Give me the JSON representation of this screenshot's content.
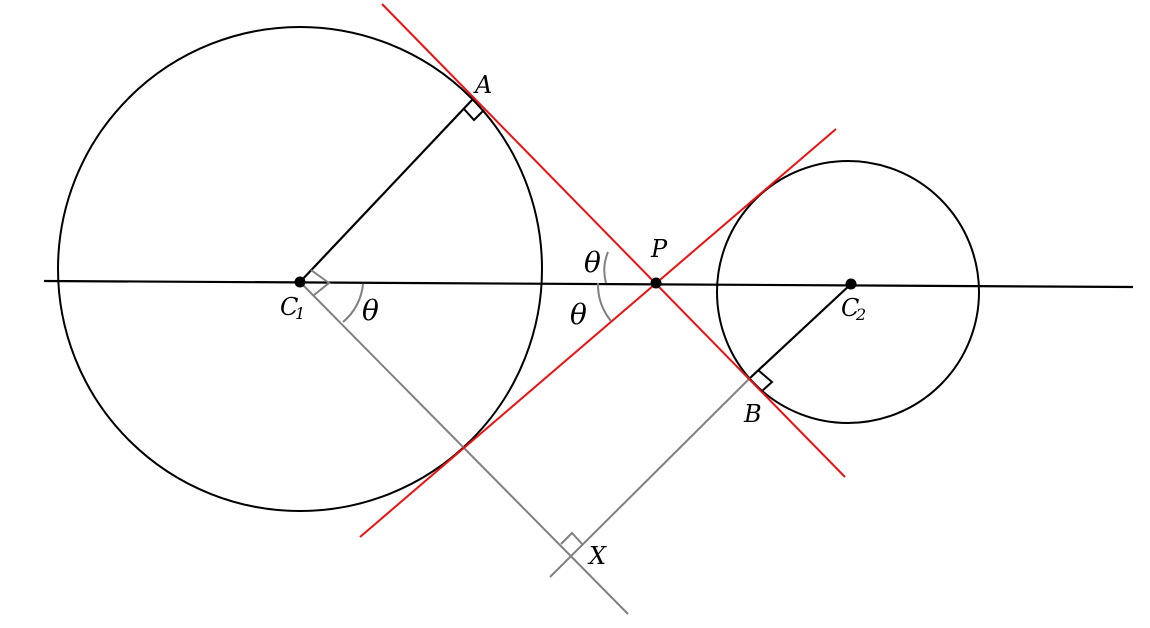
{
  "labels": {
    "A": "A",
    "B": "B",
    "P": "P",
    "X": "X",
    "C1_main": "C",
    "C1_sub": "1",
    "C2_main": "C",
    "C2_sub": "2",
    "theta": "θ"
  },
  "colors": {
    "circle": "#000000",
    "axis": "#000000",
    "radius": "#000000",
    "tangent": "#ee1111",
    "construction": "#808080",
    "point": "#000000"
  }
}
